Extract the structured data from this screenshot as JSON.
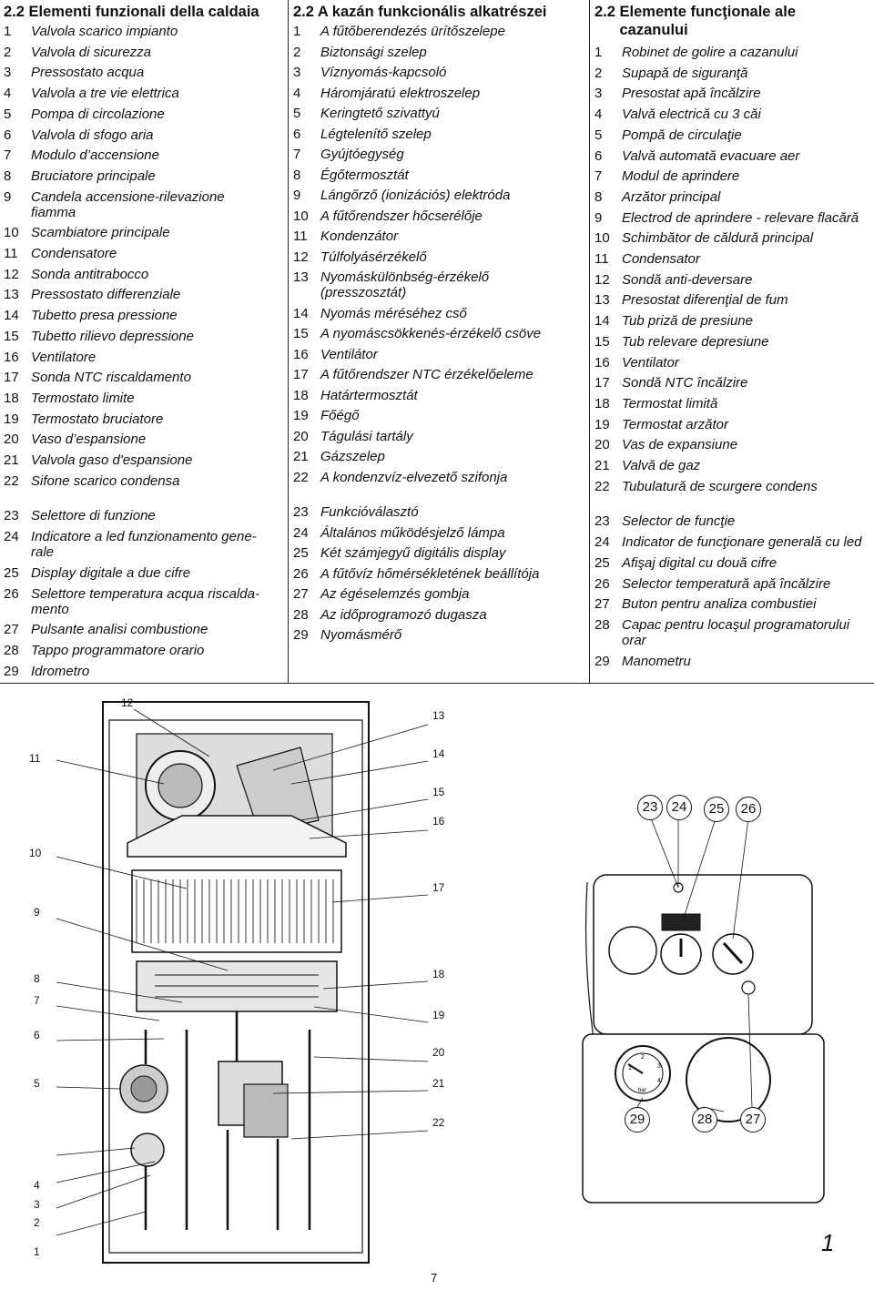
{
  "columns": {
    "it": {
      "heading": "2.2 Elementi funzionali della caldaia",
      "items": [
        {
          "n": "1",
          "t": "Valvola scarico impianto"
        },
        {
          "n": "2",
          "t": "Valvola di sicurezza"
        },
        {
          "n": "3",
          "t": "Pressostato acqua"
        },
        {
          "n": "4",
          "t": "Valvola a tre vie elettrica"
        },
        {
          "n": "5",
          "t": "Pompa di circolazione"
        },
        {
          "n": "6",
          "t": "Valvola di sfogo aria"
        },
        {
          "n": "7",
          "t": "Modulo d’accensione"
        },
        {
          "n": "8",
          "t": "Bruciatore principale"
        },
        {
          "n": "9",
          "t": "Candela accensione-rilevazione\nfiamma"
        },
        {
          "n": "10",
          "t": "Scambiatore principale"
        },
        {
          "n": "11",
          "t": "Condensatore"
        },
        {
          "n": "12",
          "t": "Sonda antitrabocco"
        },
        {
          "n": "13",
          "t": "Pressostato differenziale"
        },
        {
          "n": "14",
          "t": "Tubetto presa pressione"
        },
        {
          "n": "15",
          "t": "Tubetto rilievo depressione"
        },
        {
          "n": "16",
          "t": "Ventilatore"
        },
        {
          "n": "17",
          "t": "Sonda NTC riscaldamento"
        },
        {
          "n": "18",
          "t": "Termostato limite"
        },
        {
          "n": "19",
          "t": "Termostato bruciatore"
        },
        {
          "n": "20",
          "t": "Vaso d’espansione"
        },
        {
          "n": "21",
          "t": "Valvola gaso d'espansione"
        },
        {
          "n": "22",
          "t": "Sifone scarico condensa"
        },
        {
          "n": "23",
          "t": "Selettore di funzione"
        },
        {
          "n": "24",
          "t": "Indicatore a led funzionamento gene-\nrale"
        },
        {
          "n": "25",
          "t": "Display digitale a due cifre"
        },
        {
          "n": "26",
          "t": "Selettore temperatura acqua riscalda-\nmento"
        },
        {
          "n": "27",
          "t": "Pulsante analisi combustione"
        },
        {
          "n": "28",
          "t": "Tappo programmatore orario"
        },
        {
          "n": "29",
          "t": "Idrometro"
        }
      ]
    },
    "hu": {
      "heading": "2.2 A kazán funkcionális alkatrészei",
      "items": [
        {
          "n": "1",
          "t": "A fűtőberendezés ürítőszelepe"
        },
        {
          "n": "2",
          "t": "Biztonsági szelep"
        },
        {
          "n": "3",
          "t": "Víznyomás-kapcsoló"
        },
        {
          "n": "4",
          "t": "Háromjáratú elektroszelep"
        },
        {
          "n": "5",
          "t": "Keringtető szivattyú"
        },
        {
          "n": "6",
          "t": "Légtelenítő szelep"
        },
        {
          "n": "7",
          "t": "Gyújtóegység"
        },
        {
          "n": "8",
          "t": "Égőtermosztát"
        },
        {
          "n": "9",
          "t": "Lángőrző (ionizációs) elektróda"
        },
        {
          "n": "10",
          "t": "A fűtőrendszer hőcserélője"
        },
        {
          "n": "11",
          "t": "Kondenzátor"
        },
        {
          "n": "12",
          "t": "Túlfolyásérzékelő"
        },
        {
          "n": "13",
          "t": "Nyomáskülönbség-érzékelő\n(presszosztát)"
        },
        {
          "n": "14",
          "t": "Nyomás méréséhez cső"
        },
        {
          "n": "15",
          "t": "A nyomáscsökkenés-érzékelő csöve"
        },
        {
          "n": "16",
          "t": "Ventilátor"
        },
        {
          "n": "17",
          "t": "A fűtőrendszer NTC érzékelőeleme"
        },
        {
          "n": "18",
          "t": "Határtermosztát"
        },
        {
          "n": "19",
          "t": "Főégő"
        },
        {
          "n": "20",
          "t": "Tágulási tartály"
        },
        {
          "n": "21",
          "t": "Gázszelep"
        },
        {
          "n": "22",
          "t": "A kondenzvíz-elvezető szifonja"
        },
        {
          "n": "23",
          "t": "Funkcióválasztó"
        },
        {
          "n": "24",
          "t": "Általános működésjelző lámpa"
        },
        {
          "n": "25",
          "t": "Két számjegyű digitális display"
        },
        {
          "n": "26",
          "t": "A fűtővíz hőmérsékletének beállítója"
        },
        {
          "n": "27",
          "t": "Az égéselemzés gombja"
        },
        {
          "n": "28",
          "t": "Az időprogramozó dugasza"
        },
        {
          "n": "29",
          "t": "Nyomásmérő"
        }
      ]
    },
    "ro": {
      "heading": "2.2 Elemente funcţionale ale\n      cazanului",
      "items": [
        {
          "n": "1",
          "t": "Robinet de golire a cazanului"
        },
        {
          "n": "2",
          "t": "Supapă de siguranţă"
        },
        {
          "n": "3",
          "t": "Presostat apă încălzire"
        },
        {
          "n": "4",
          "t": "Valvă electrică cu 3 căi"
        },
        {
          "n": "5",
          "t": "Pompă de circulaţie"
        },
        {
          "n": "6",
          "t": "Valvă automată evacuare aer"
        },
        {
          "n": "7",
          "t": "Modul de aprindere"
        },
        {
          "n": "8",
          "t": "Arzător principal"
        },
        {
          "n": "9",
          "t": "Electrod de aprindere - relevare flacără"
        },
        {
          "n": "10",
          "t": "Schimbător de căldură principal"
        },
        {
          "n": "11",
          "t": "Condensator"
        },
        {
          "n": "12",
          "t": "Sondă anti-deversare"
        },
        {
          "n": "13",
          "t": "Presostat diferenţial de fum"
        },
        {
          "n": "14",
          "t": "Tub priză de presiune"
        },
        {
          "n": "15",
          "t": "Tub relevare depresiune"
        },
        {
          "n": "16",
          "t": "Ventilator"
        },
        {
          "n": "17",
          "t": "Sondă NTC încălzire"
        },
        {
          "n": "18",
          "t": "Termostat limită"
        },
        {
          "n": "19",
          "t": "Termostat arzător"
        },
        {
          "n": "20",
          "t": "Vas de expansiune"
        },
        {
          "n": "21",
          "t": "Valvă de gaz"
        },
        {
          "n": "22",
          "t": "Tubulatură de scurgere condens"
        },
        {
          "n": "23",
          "t": "Selector de funcţie"
        },
        {
          "n": "24",
          "t": "Indicator de funcţionare generală cu led"
        },
        {
          "n": "25",
          "t": "Afişaj digital cu două cifre"
        },
        {
          "n": "26",
          "t": "Selector temperatură apă încălzire"
        },
        {
          "n": "27",
          "t": "Buton pentru analiza combustiei"
        },
        {
          "n": "28",
          "t": "Capac pentru locaşul programatorului\norar"
        },
        {
          "n": "29",
          "t": "Manometru"
        }
      ]
    }
  },
  "figure": {
    "left_callouts": [
      "12",
      "11",
      "10",
      "9",
      "8",
      "7",
      "6",
      "5",
      "4",
      "3",
      "2",
      "1"
    ],
    "right_callouts": [
      "13",
      "14",
      "15",
      "16",
      "17",
      "18",
      "19",
      "20",
      "21",
      "22"
    ],
    "panel_callouts_top": [
      "23",
      "24",
      "25",
      "26"
    ],
    "panel_callouts_bottom": [
      "29",
      "28",
      "27"
    ],
    "gauge_marks": [
      "1",
      "2",
      "3",
      "4",
      "bar"
    ]
  },
  "page": {
    "number": "7",
    "figure_number": "1"
  }
}
